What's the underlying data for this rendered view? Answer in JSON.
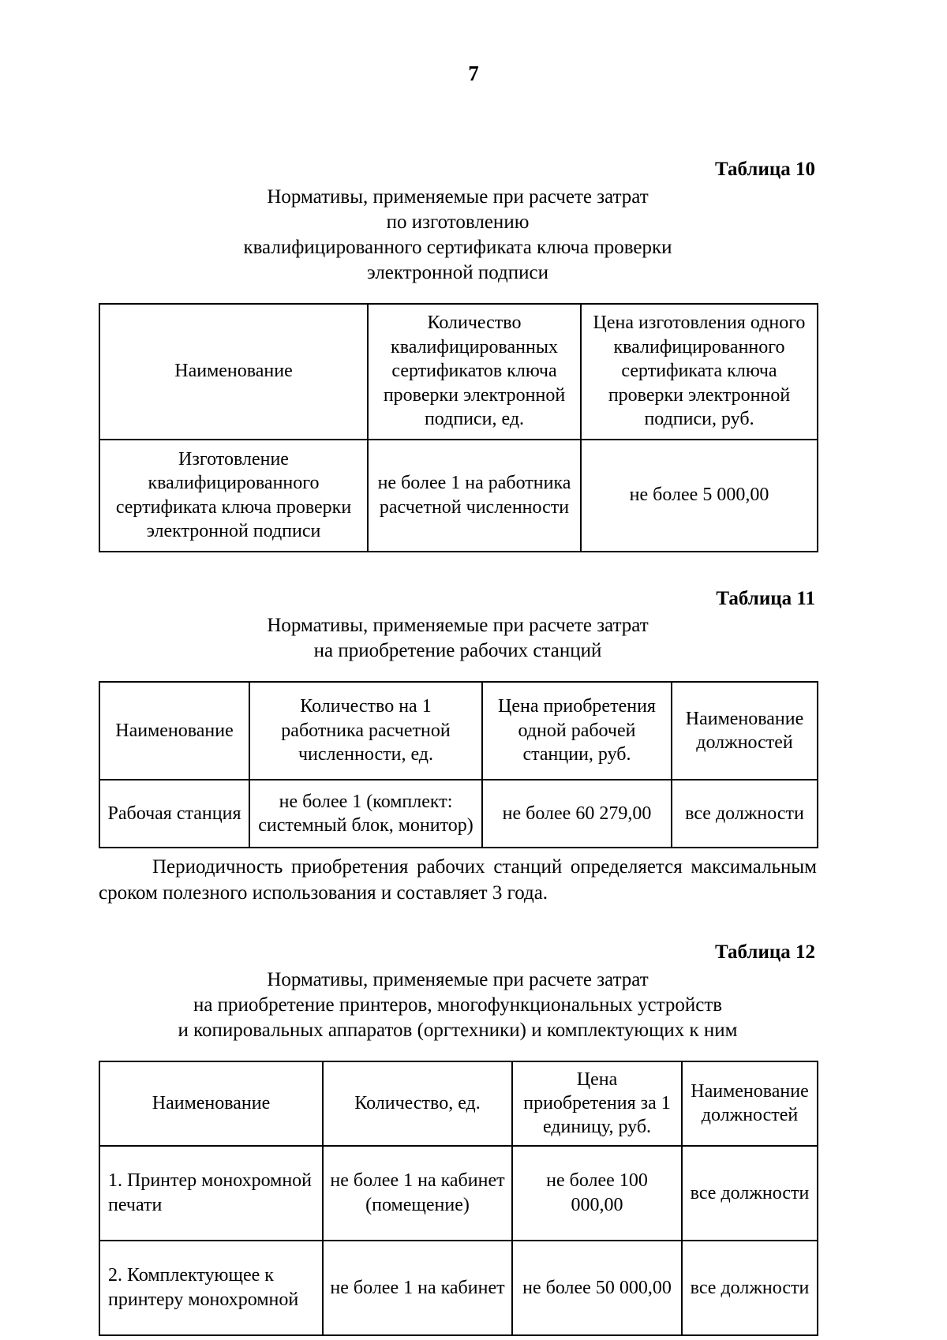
{
  "page": {
    "number": "7"
  },
  "sections": [
    {
      "label": "Таблица 10",
      "title_lines": [
        "Нормативы, применяемые при расчете затрат",
        "по изготовлению",
        "квалифицированного сертификата ключа проверки",
        "электронной подписи"
      ],
      "table": {
        "headers": [
          "Наименование",
          "Количество квалифицированных сертификатов ключа проверки электронной подписи, ед.",
          "Цена изготовления одного квалифицированного сертификата ключа проверки электронной подписи, руб."
        ],
        "rows": [
          [
            "Изготовление квалифицированного сертификата ключа проверки электронной подписи",
            "не более 1 на работника расчетной численности",
            "не более 5 000,00"
          ]
        ]
      }
    },
    {
      "label": "Таблица 11",
      "title_lines": [
        "Нормативы, применяемые при расчете затрат",
        "на приобретение рабочих станций"
      ],
      "table": {
        "headers": [
          "Наименование",
          "Количество на 1 работника расчетной численности, ед.",
          "Цена приобретения одной рабочей станции, руб.",
          "Наименование должностей"
        ],
        "rows": [
          [
            "Рабочая станция",
            "не более 1 (комплект: системный блок, монитор)",
            "не более 60 279,00",
            "все должности"
          ]
        ]
      },
      "note": "Периодичность приобретения рабочих станций определяется максимальным сроком полезного использования и составляет 3 года."
    },
    {
      "label": "Таблица 12",
      "title_lines": [
        "Нормативы, применяемые при расчете затрат",
        "на приобретение принтеров, многофункциональных устройств",
        "и копировальных аппаратов (оргтехники) и комплектующих к ним"
      ],
      "table": {
        "headers": [
          "Наименование",
          "Количество, ед.",
          "Цена приобретения за 1 единицу, руб.",
          "Наименование должностей"
        ],
        "rows": [
          [
            "1. Принтер монохромной печати",
            "не более 1 на кабинет (помещение)",
            "не более 100 000,00",
            "все должности"
          ],
          [
            "2. Комплектующее к принтеру монохромной",
            "не более 1 на кабинет",
            "не более 50 000,00",
            "все должности"
          ]
        ]
      }
    }
  ]
}
